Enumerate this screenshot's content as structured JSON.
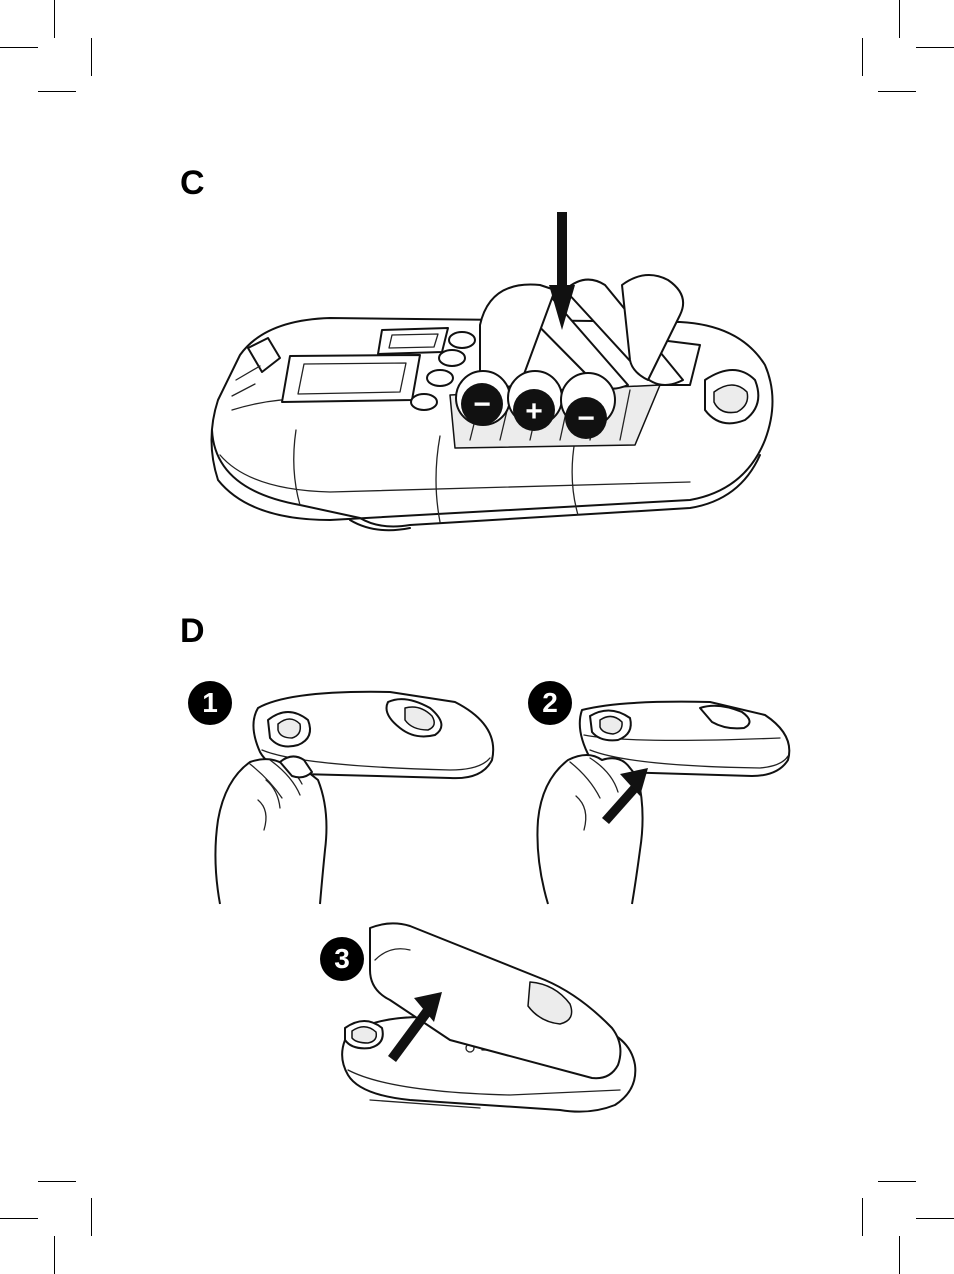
{
  "sections": {
    "c": {
      "label": "C"
    },
    "d": {
      "label": "D"
    }
  },
  "battery_polarity": [
    "−",
    "+",
    "−"
  ],
  "steps": [
    {
      "number": "1"
    },
    {
      "number": "2"
    },
    {
      "number": "3"
    }
  ],
  "icons": [
    "down-arrow-icon",
    "up-arrow-icon",
    "hand-icon",
    "battery-icon"
  ],
  "colors": {
    "ink": "#000000",
    "paper": "#ffffff"
  }
}
